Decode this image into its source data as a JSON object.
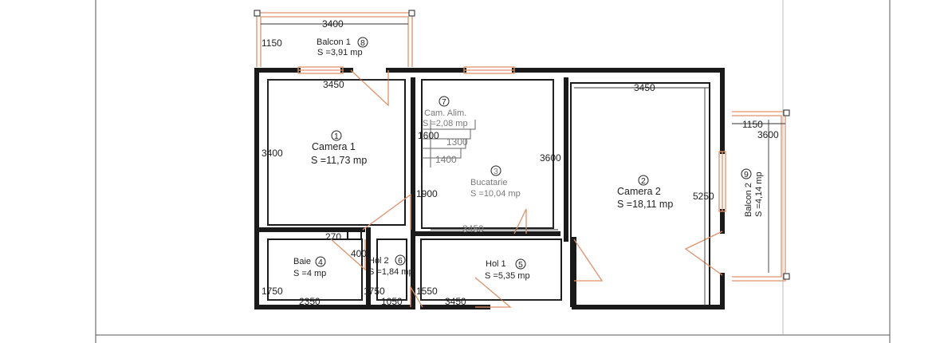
{
  "rooms": {
    "balcon1": {
      "name": "Balcon 1",
      "num": "8",
      "area": "S =3,91 mp",
      "width_dim": "3400",
      "depth_dim": "1150"
    },
    "camera1": {
      "name": "Camera 1",
      "num": "1",
      "area": "S =11,73 mp",
      "width_dim": "3450",
      "height_dim": "3400"
    },
    "camalim": {
      "name": "Cam. Alim.",
      "num": "7",
      "area": "S =2,08 mp",
      "dim_a": "1600",
      "dim_b": "1300",
      "dim_c": "1400"
    },
    "bucatarie": {
      "name": "Bucatarie",
      "num": "3",
      "area": "S =10,04 mp",
      "height_dim": "3600",
      "side_dim": "1900",
      "bottom_dim": "3450"
    },
    "camera2": {
      "name": "Camera 2",
      "num": "2",
      "area": "S =18,11 mp",
      "width_dim": "3450",
      "height_dim": "5250"
    },
    "balcon2": {
      "name": "Balcon 2",
      "num": "9",
      "area": "S =4,14 mp",
      "depth_dim": "1150",
      "length_dim": "3600"
    },
    "baie": {
      "name": "Baie",
      "num": "4",
      "area": "S =4 mp",
      "dim_a": "270",
      "dim_b": "400",
      "left_dim": "1750",
      "bottom_dim": "2350"
    },
    "hol2": {
      "name": "Hol 2",
      "num": "6",
      "area": "S =1,84 mp",
      "left_dim": "1750",
      "bottom_dim": "1050"
    },
    "hol1": {
      "name": "Hol 1",
      "num": "5",
      "area": "S =5,35 mp",
      "left_dim": "1550",
      "bottom_dim": "3450"
    }
  },
  "colors": {
    "walls": "#1a1a1a",
    "windows_doors": "#e0926a",
    "ink": "#222222"
  }
}
